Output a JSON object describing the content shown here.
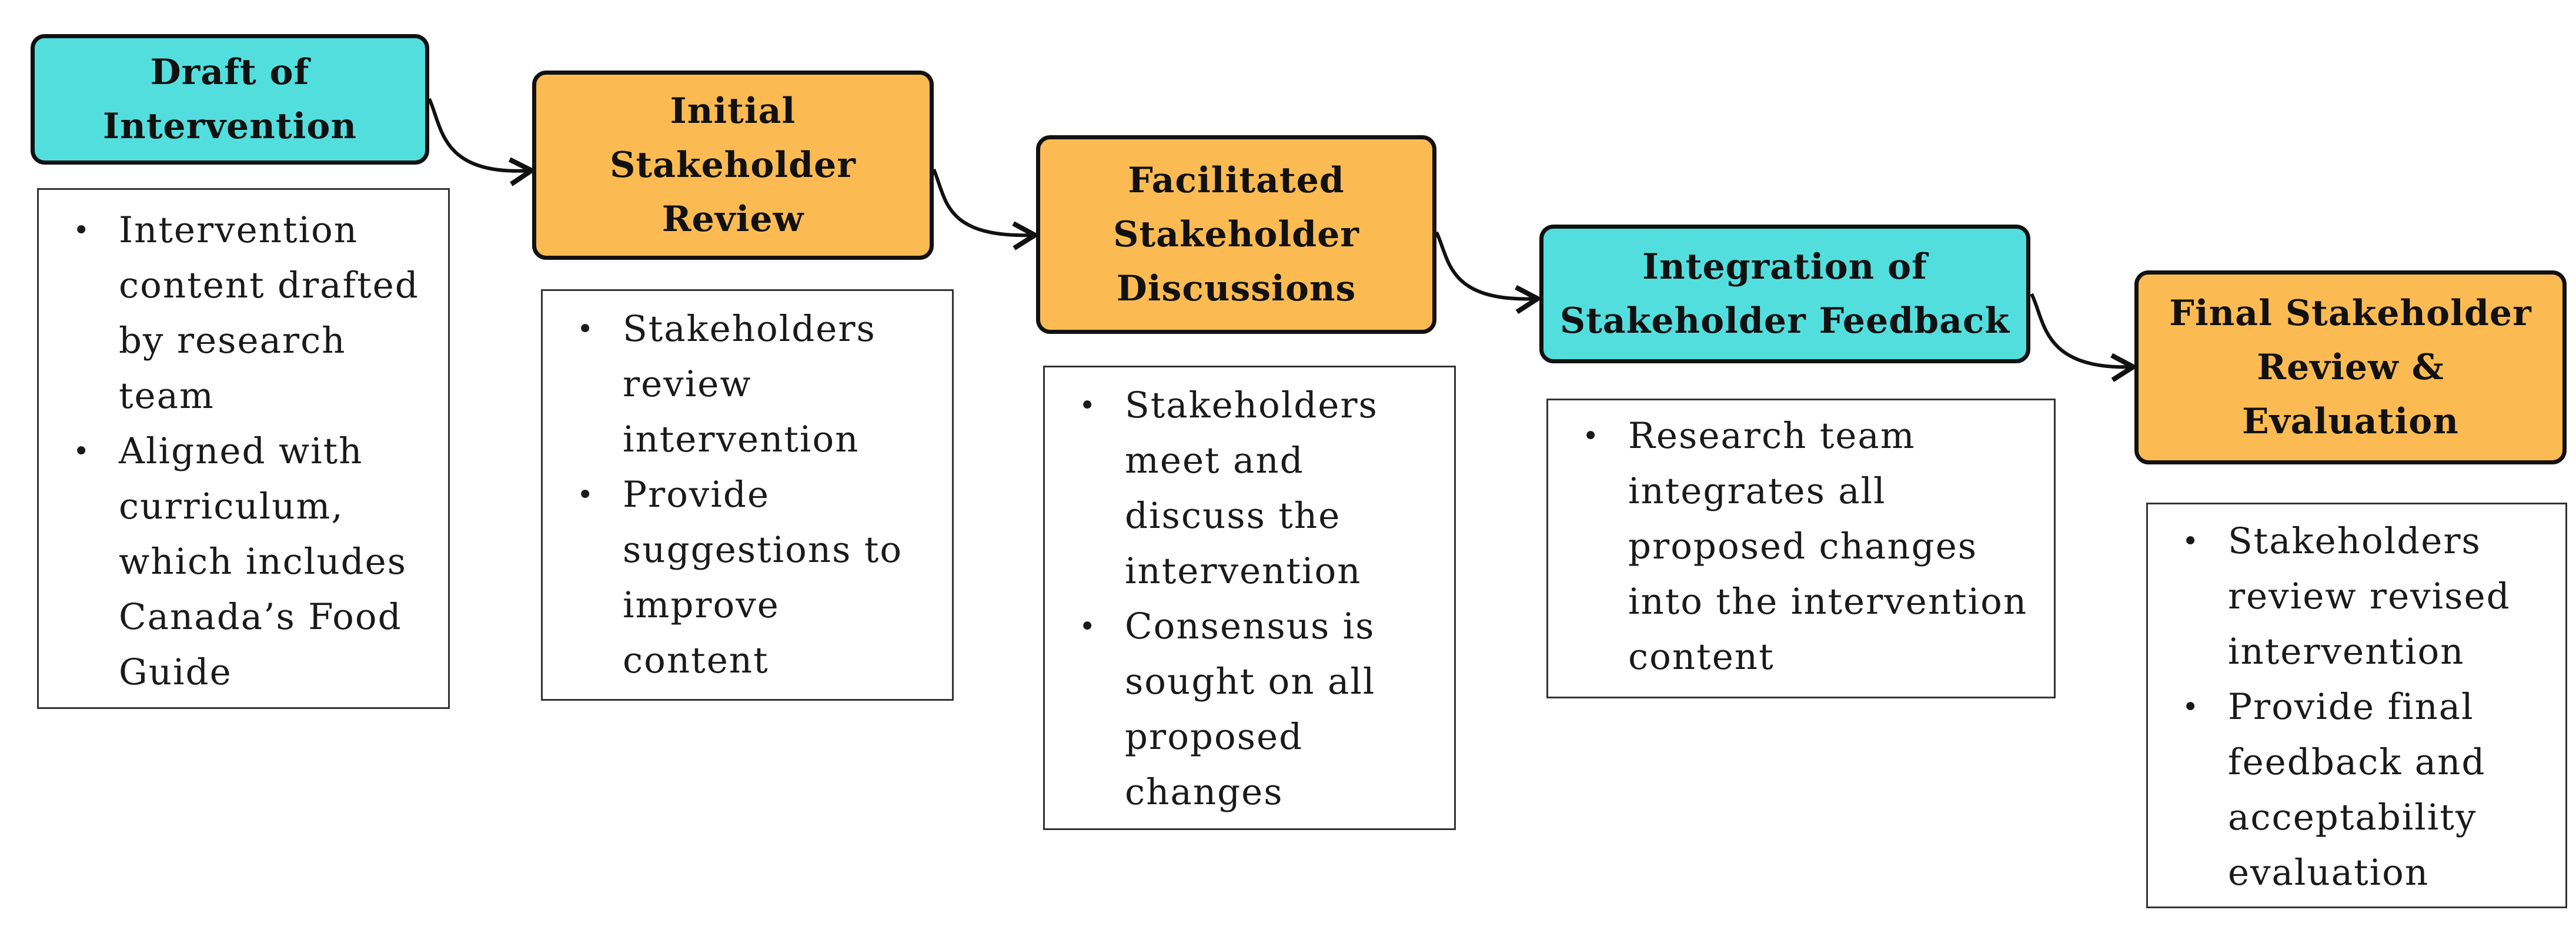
{
  "stages": [
    {
      "title_lines": [
        "Draft of",
        "Intervention"
      ],
      "color": "#53dede",
      "bullets": [
        [
          "Intervention",
          "content drafted",
          "by research",
          "team"
        ],
        [
          "Aligned with",
          "curriculum,",
          "which includes",
          "Canada’s Food",
          "Guide"
        ]
      ]
    },
    {
      "title_lines": [
        "Initial",
        "Stakeholder",
        "Review"
      ],
      "color": "#fbbb52",
      "bullets": [
        [
          "Stakeholders",
          "review",
          "intervention"
        ],
        [
          "Provide",
          "suggestions to",
          "improve",
          "content"
        ]
      ]
    },
    {
      "title_lines": [
        "Facilitated",
        "Stakeholder",
        "Discussions"
      ],
      "color": "#fbbb52",
      "bullets": [
        [
          "Stakeholders",
          "meet and",
          "discuss the",
          "intervention"
        ],
        [
          "Consensus is",
          "sought on all",
          "proposed",
          "changes"
        ]
      ]
    },
    {
      "title_lines": [
        "Integration of",
        "Stakeholder Feedback"
      ],
      "color": "#53dede",
      "bullets": [
        [
          "Research team",
          "integrates all",
          "proposed changes",
          "into the intervention",
          "content"
        ]
      ]
    },
    {
      "title_lines": [
        "Final Stakeholder",
        "Review &",
        "Evaluation"
      ],
      "color": "#fbbb52",
      "bullets": [
        [
          "Stakeholders",
          "review revised",
          "intervention"
        ],
        [
          "Provide final",
          "feedback and",
          "acceptability",
          "evaluation"
        ]
      ]
    }
  ]
}
